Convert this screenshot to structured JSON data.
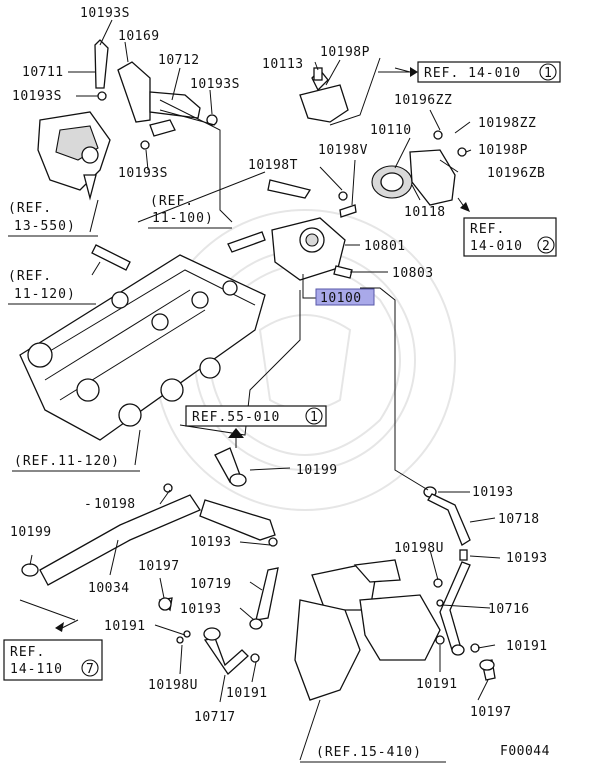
{
  "diagram": {
    "figure_code": "F00044",
    "labels": {
      "l10193s_a": "10193S",
      "l10169": "10169",
      "l10711": "10711",
      "l10712": "10712",
      "l10193s_b": "10193S",
      "l10193s_c": "10193S",
      "l10193s_d": "10193S",
      "l10113": "10113",
      "l10198p_a": "10198P",
      "l10196zz": "10196ZZ",
      "l10110": "10110",
      "l10198zz": "10198ZZ",
      "l10198t": "10198T",
      "l10198v": "10198V",
      "l10198p_b": "10198P",
      "l10196zb": "10196ZB",
      "l10118": "10118",
      "l10801": "10801",
      "l10803": "10803",
      "l10100": "10100",
      "l10199_a": "10199",
      "l10193_a": "10193",
      "l10718": "10718",
      "l10198_a": "10198",
      "l10199_b": "10199",
      "l10034": "10034",
      "l10193_b": "10193",
      "l10198u_a": "10198U",
      "l10193_c": "10193",
      "l10197_a": "10197",
      "l10719": "10719",
      "l10716": "10716",
      "l10193_d": "10193",
      "l10191_a": "10191",
      "l10191_b": "10191",
      "l10198u_b": "10198U",
      "l10191_c": "10191",
      "l10191_d": "10191",
      "l10717": "10717",
      "l10197_b": "10197"
    },
    "refs": {
      "ref_14_010_1": {
        "text": "REF. 14-010",
        "num": "1"
      },
      "ref_14_010_2_a": "14-010",
      "ref_14_010_2_b": "REF.",
      "ref_14_010_2_num": "2",
      "ref_13_550_a": "(REF.",
      "ref_13_550_b": "13-550)",
      "ref_11_100_a": "(REF.",
      "ref_11_100_b": "11-100)",
      "ref_11_120_a_1": "(REF.",
      "ref_11_120_a_2": "11-120)",
      "ref_11_120_b": "(REF.11-120)",
      "ref_55_010": {
        "text": "REF.55-010",
        "num": "1"
      },
      "ref_14_110_a": "REF.",
      "ref_14_110_b": "14-110",
      "ref_14_110_num": "7",
      "ref_15_410": "(REF.15-410)"
    }
  }
}
